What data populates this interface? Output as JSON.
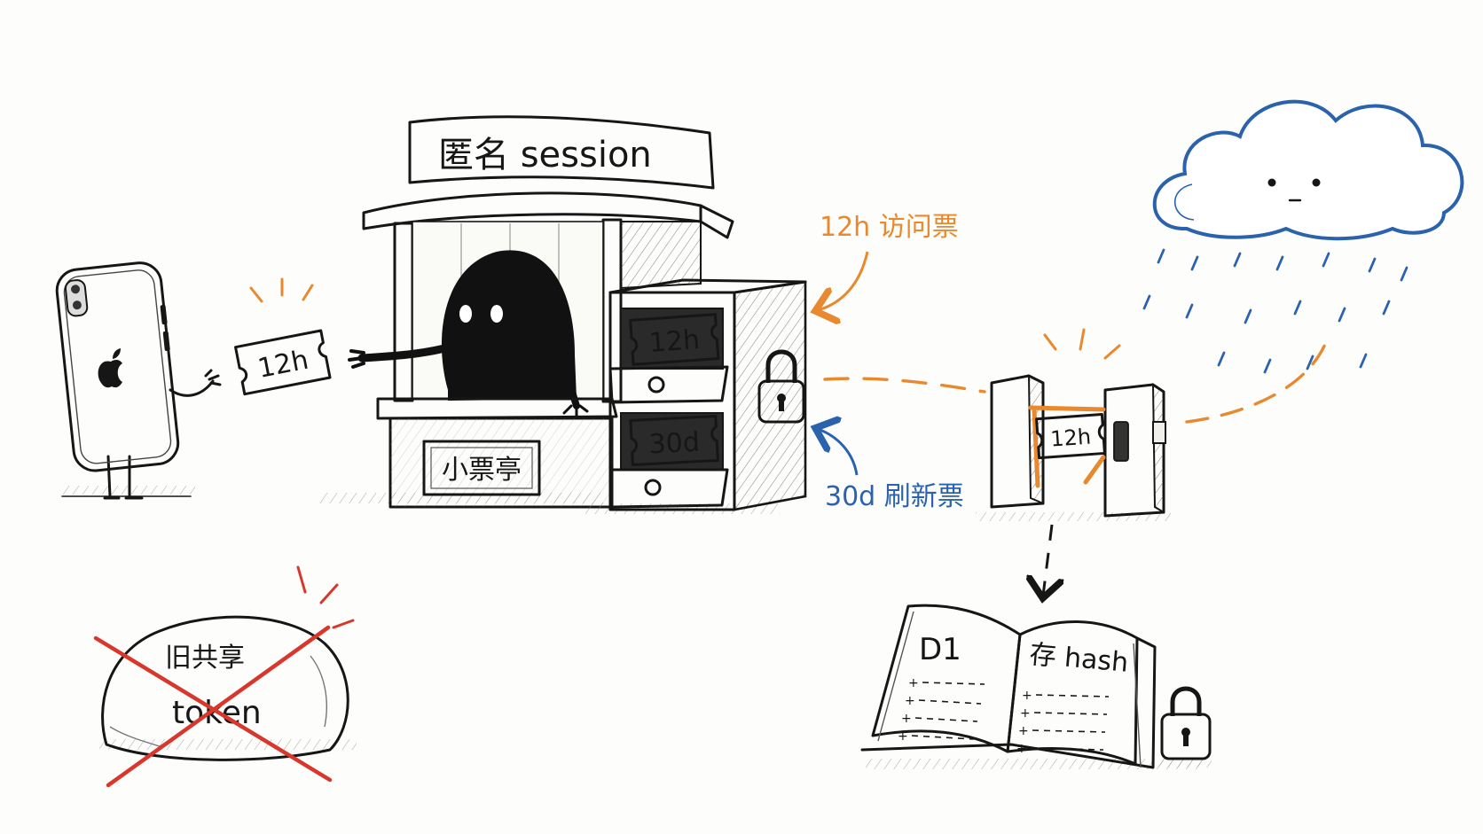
{
  "booth": {
    "sign": "匿名 session",
    "plaque": "小票亭"
  },
  "tickets": {
    "handed": "12h",
    "drawer_top": "12h",
    "drawer_bottom": "30d",
    "turnstile": "12h"
  },
  "labels": {
    "access_ticket": "12h 访问票",
    "refresh_ticket": "30d 刷新票"
  },
  "book": {
    "left_page": "D1",
    "right_page": "存 hash"
  },
  "rock": {
    "line1": "旧共享",
    "line2": "token"
  },
  "colors": {
    "orange": "#e8892f",
    "ticket_orange": "#f2a35b",
    "ticket_blue": "#a9cdf0",
    "blue_ink": "#2a62ad",
    "red_cross": "#d8372c",
    "ink": "#161616"
  }
}
